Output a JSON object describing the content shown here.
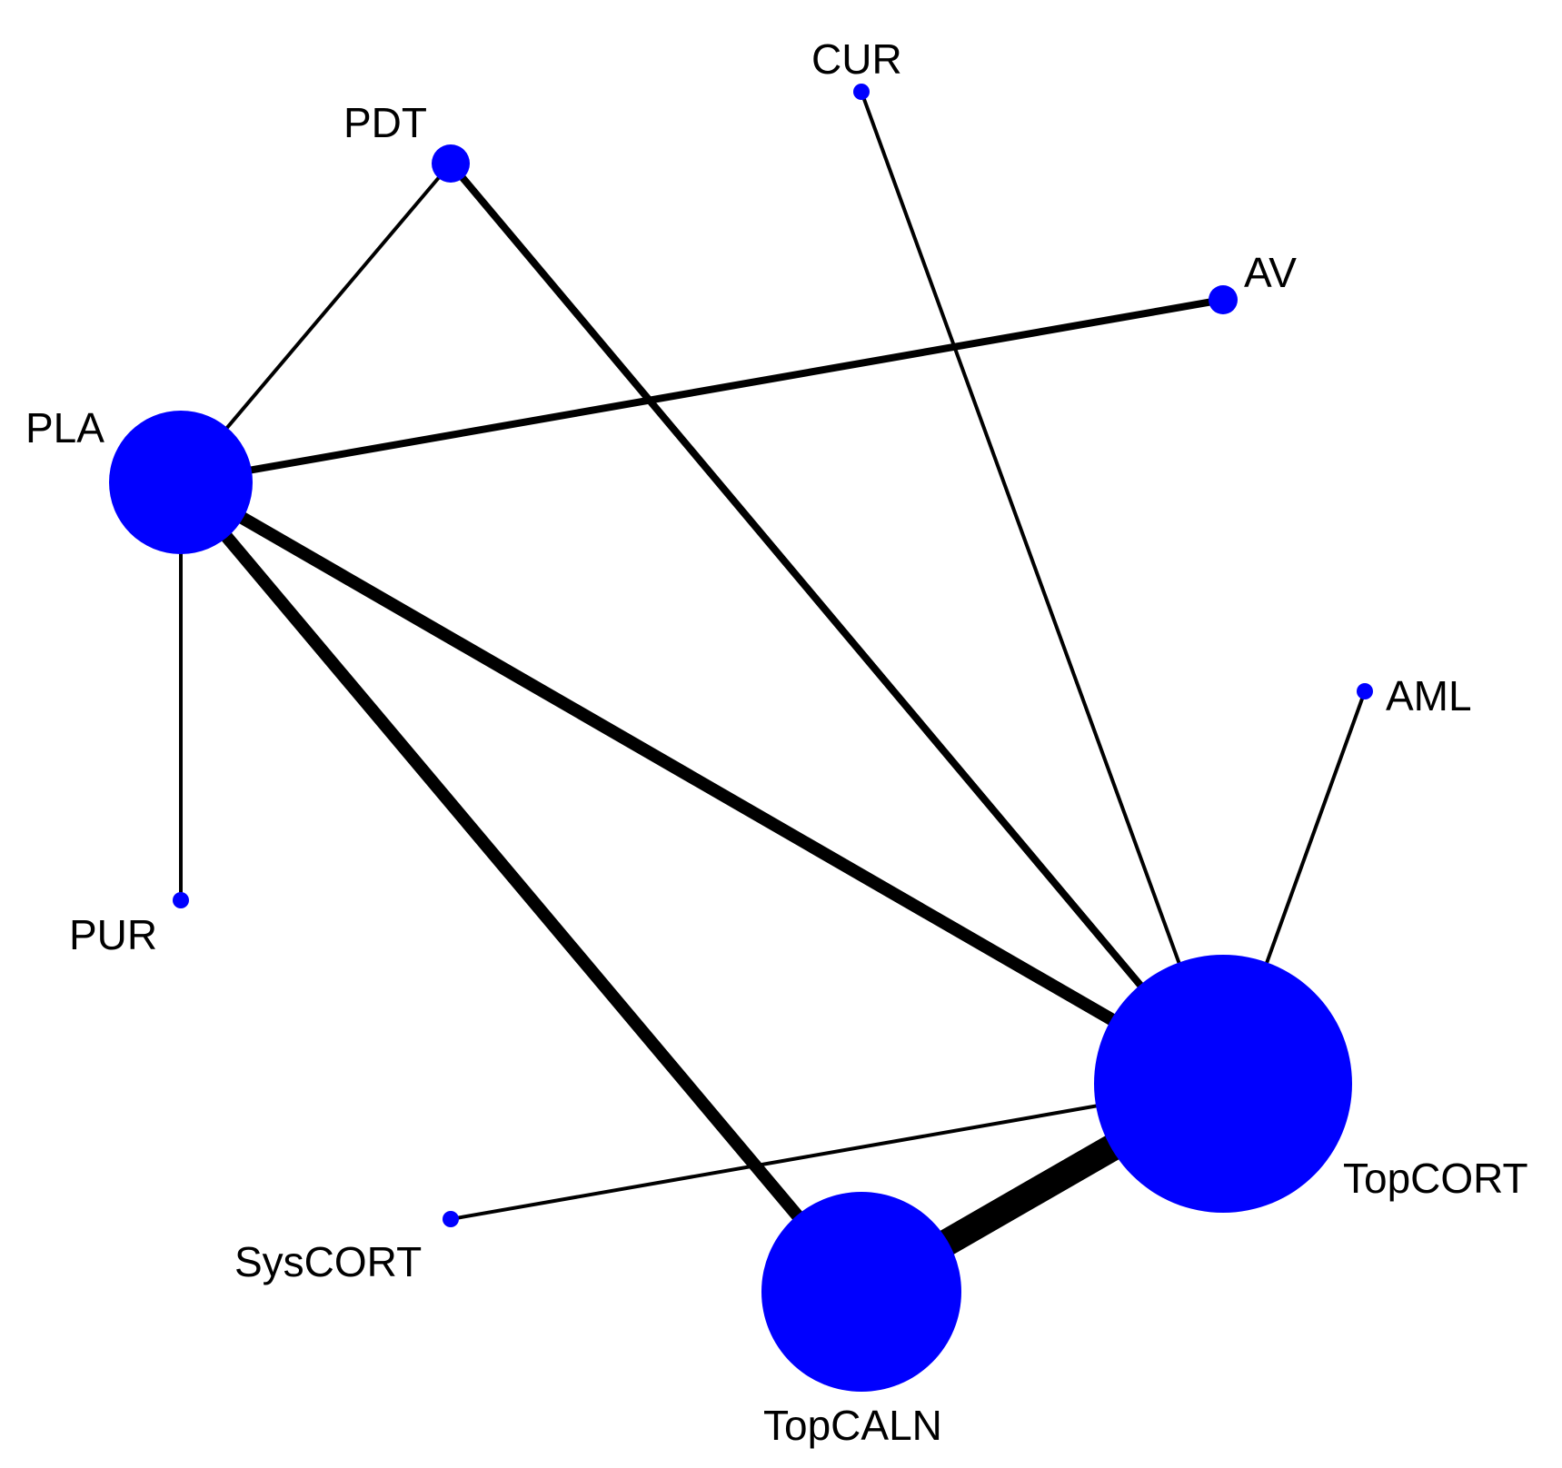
{
  "diagram": {
    "type": "network",
    "node_color": "#0000FF",
    "edge_color": "#000000",
    "background": "#FFFFFF",
    "nodes": [
      {
        "id": "PLA",
        "label": "PLA"
      },
      {
        "id": "PDT",
        "label": "PDT"
      },
      {
        "id": "CUR",
        "label": "CUR"
      },
      {
        "id": "AV",
        "label": "AV"
      },
      {
        "id": "AML",
        "label": "AML"
      },
      {
        "id": "TopCORT",
        "label": "TopCORT"
      },
      {
        "id": "TopCALN",
        "label": "TopCALN"
      },
      {
        "id": "SysCORT",
        "label": "SysCORT"
      },
      {
        "id": "PUR",
        "label": "PUR"
      }
    ],
    "edges": [
      {
        "from": "PLA",
        "to": "PDT"
      },
      {
        "from": "PLA",
        "to": "AV"
      },
      {
        "from": "PLA",
        "to": "TopCORT"
      },
      {
        "from": "PLA",
        "to": "TopCALN"
      },
      {
        "from": "PLA",
        "to": "PUR"
      },
      {
        "from": "PDT",
        "to": "TopCORT"
      },
      {
        "from": "CUR",
        "to": "TopCORT"
      },
      {
        "from": "AML",
        "to": "TopCORT"
      },
      {
        "from": "SysCORT",
        "to": "TopCORT"
      },
      {
        "from": "TopCALN",
        "to": "TopCORT"
      }
    ]
  }
}
